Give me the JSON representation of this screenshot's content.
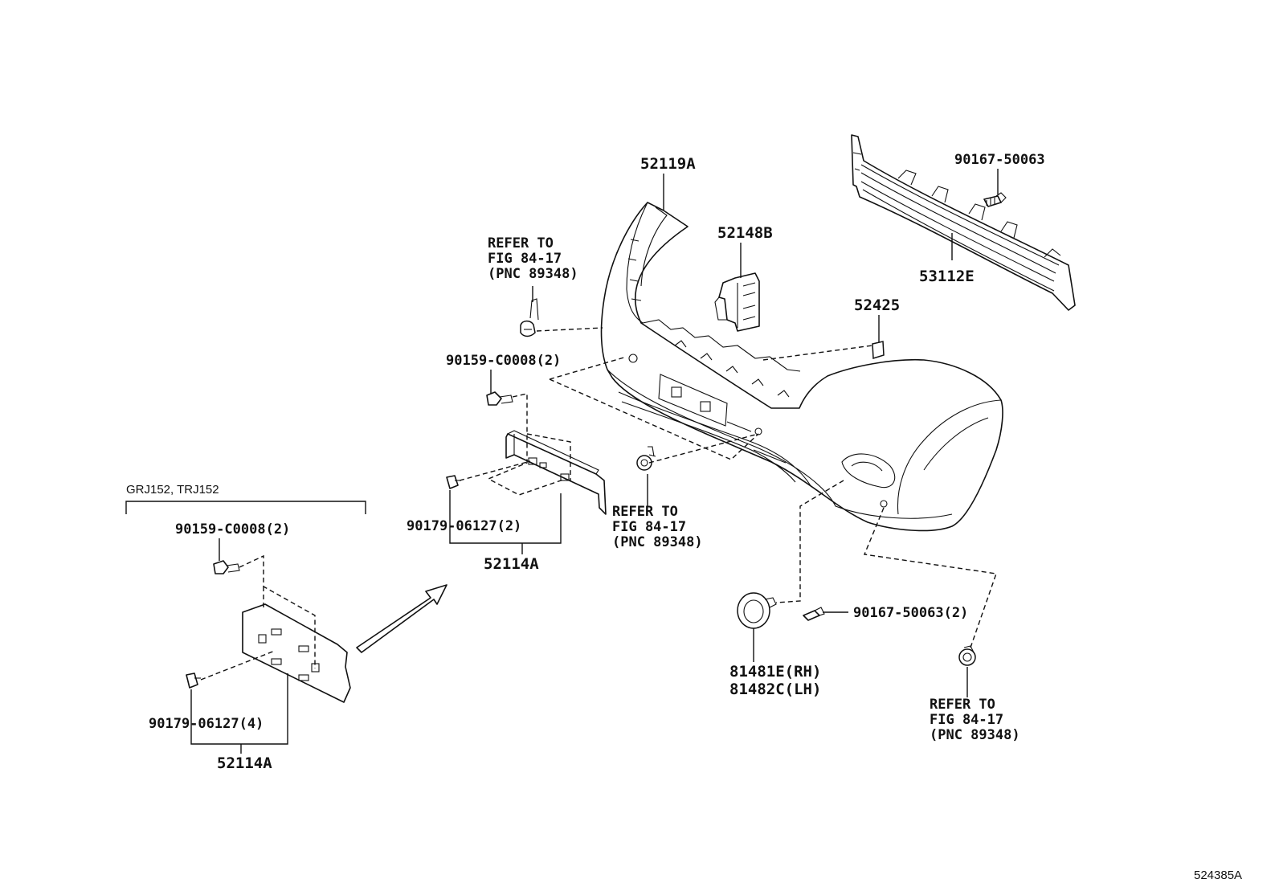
{
  "labels": {
    "cover": "52119A",
    "retainer": "52148B",
    "pad": "52425",
    "grille": "53112E",
    "grille_screw": "90167-50063",
    "fog_screw": "90167-50063(2)",
    "fog_cover_rh": "81481E(RH)",
    "fog_cover_lh": "81482C(LH)",
    "bolt_center": "90159-C0008(2)",
    "nut_center": "90179-06127(2)",
    "plate_center": "52114A",
    "variant": "GRJ152, TRJ152",
    "bolt_left": "90159-C0008(2)",
    "nut_left": "90179-06127(4)",
    "plate_left": "52114A",
    "figure_id": "524385A"
  },
  "refer_notes": [
    {
      "line1": "REFER TO",
      "line2": "FIG 84-17",
      "line3": "(PNC 89348)"
    },
    {
      "line1": "REFER TO",
      "line2": "FIG 84-17",
      "line3": "(PNC 89348)"
    },
    {
      "line1": "REFER TO",
      "line2": "FIG 84-17",
      "line3": "(PNC 89348)"
    }
  ]
}
